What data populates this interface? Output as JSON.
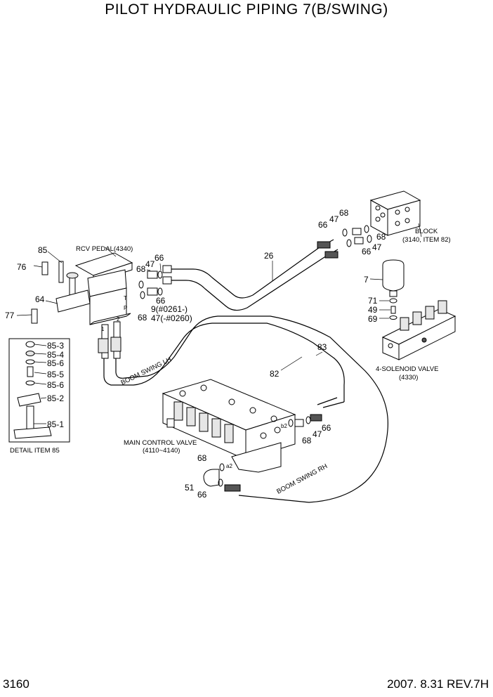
{
  "title": "PILOT HYDRAULIC PIPING 7(B/SWING)",
  "page_number": "3160",
  "revision": "2007. 8.31  REV.7H",
  "assemblies": {
    "rcv_pedal": "RCV PEDAL(4340)",
    "block_name": "BLOCK",
    "block_ref": "(3140, ITEM 82)",
    "solenoid_name": "4-SOLENOID VALVE",
    "solenoid_ref": "(4330)",
    "mcv_name": "MAIN CONTROL VALVE",
    "mcv_ref": "(4110~4140)",
    "detail": "DETAIL ITEM 85"
  },
  "hoses": {
    "boom_swing_lh": "BOOM SWING LH",
    "boom_swing_rh": "BOOM SWING RH"
  },
  "port_labels": {
    "t": "T",
    "p": "P",
    "one": "1",
    "two": "2",
    "b2": "b2",
    "a2": "a2"
  },
  "callouts": {
    "c85": "85",
    "c76": "76",
    "c64": "64",
    "c77": "77",
    "c68_pedal_top": "68",
    "c47_pedal": "47",
    "c66_pedal_top": "66",
    "c66_pedal_low": "66",
    "c68_pedal_low": "68",
    "c9_note": "9(#0261-)",
    "c47_note": "47(-#0260)",
    "c26": "26",
    "c66_block": "66",
    "c47_block_top": "47",
    "c68_block_top": "68",
    "c68_block_right": "68",
    "c66_block_low": "66",
    "c47_block_low": "47",
    "c7": "7",
    "c71": "71",
    "c49": "49",
    "c69": "69",
    "c83": "83",
    "c82": "82",
    "c68_mcv_b2": "68",
    "c47_mcv_b2": "47",
    "c66_mcv_b2": "66",
    "c68_mcv_a2": "68",
    "c51": "51",
    "c66_mcv_a2": "66"
  },
  "detail_items": [
    "85-3",
    "85-4",
    "85-6",
    "85-5",
    "85-6",
    "85-2",
    "85-1"
  ]
}
